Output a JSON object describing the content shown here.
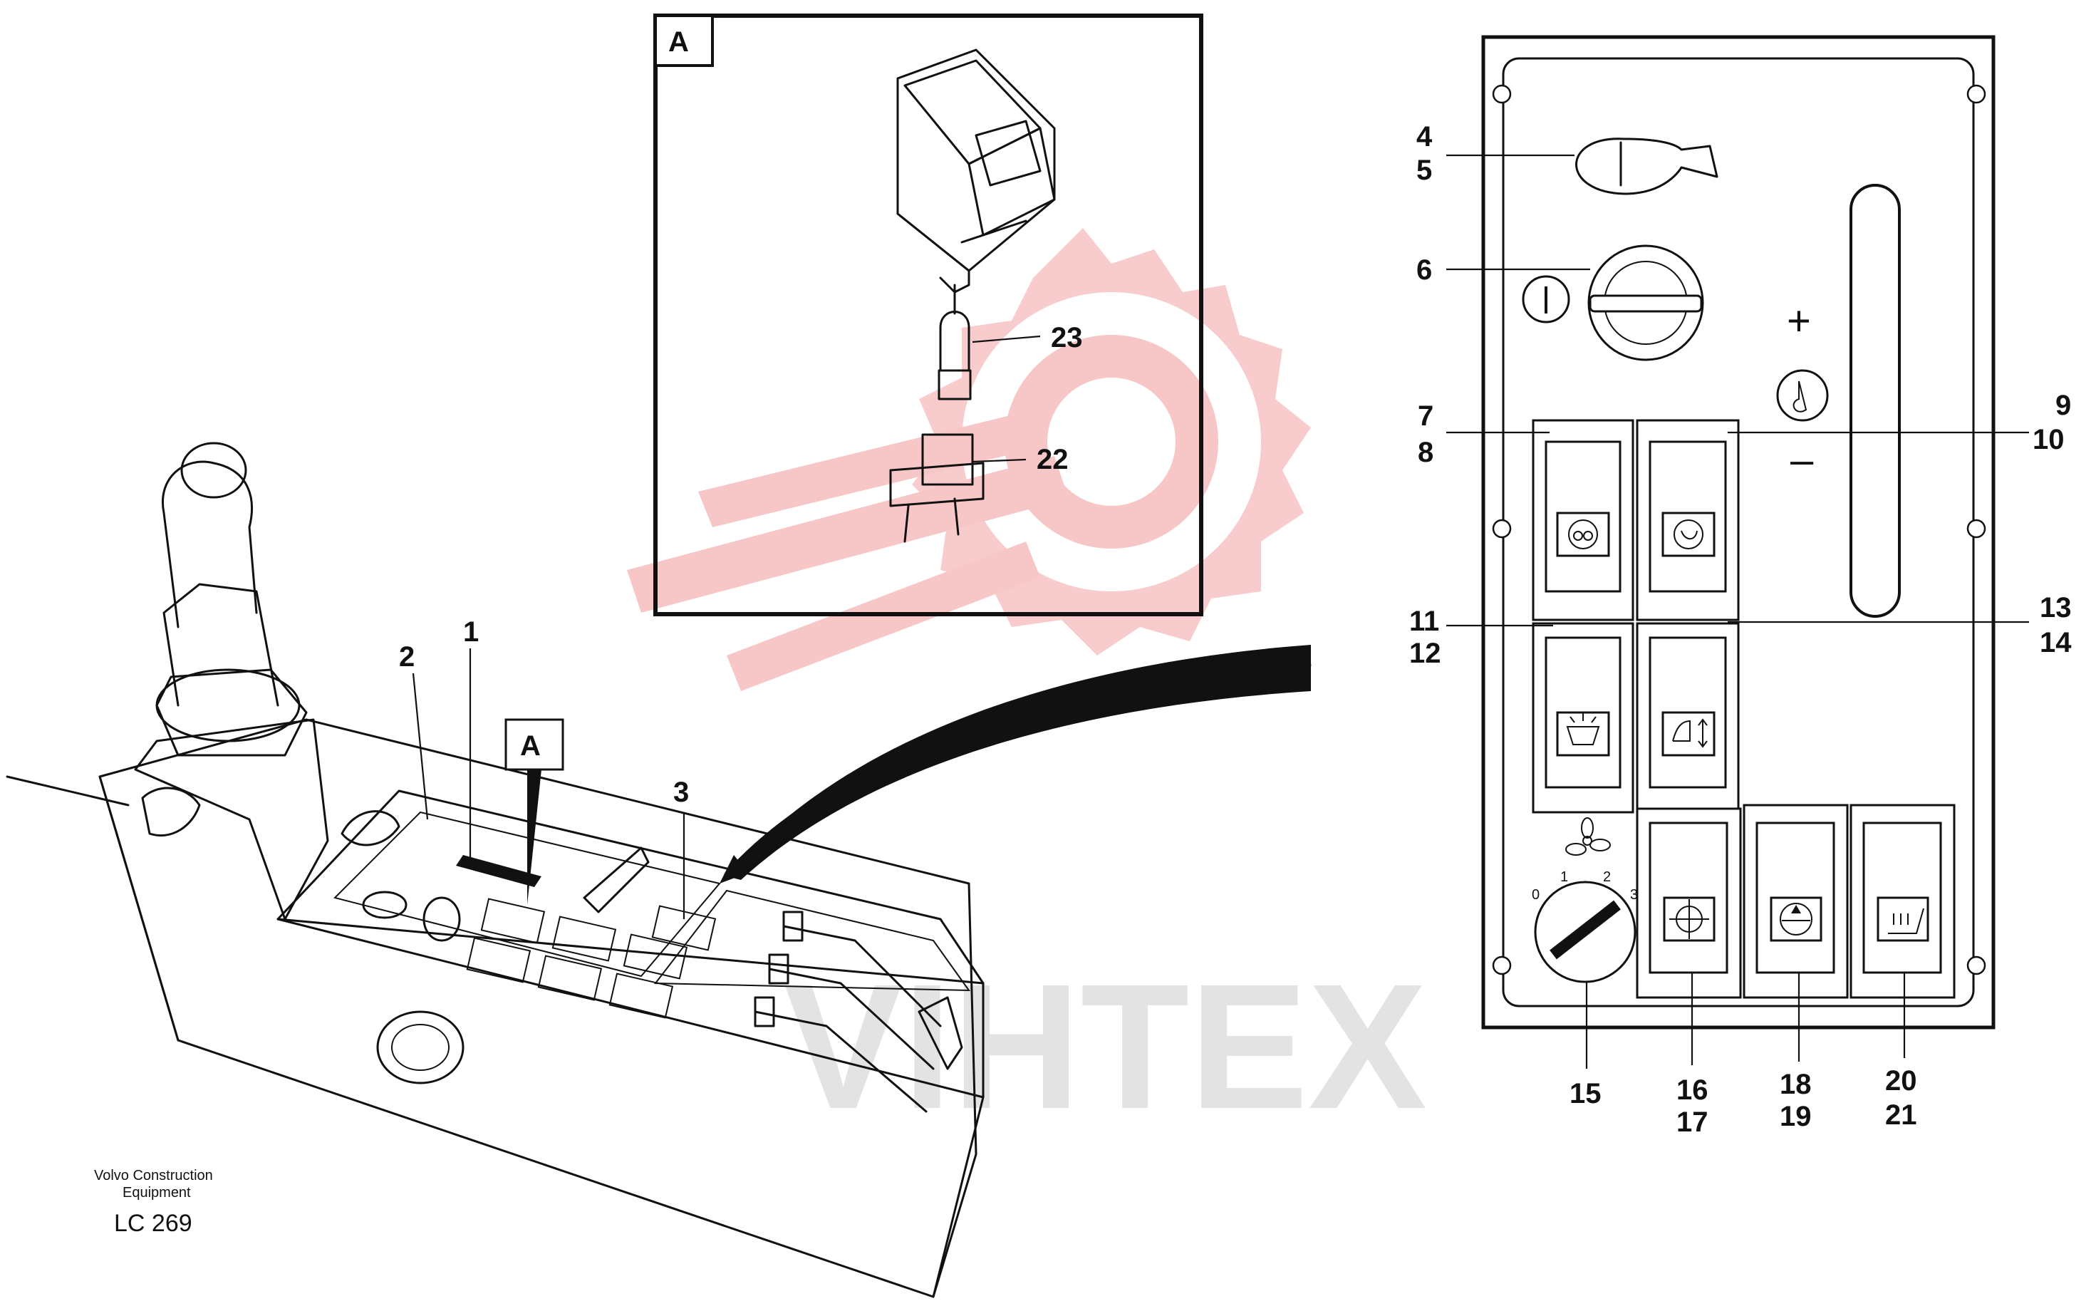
{
  "watermark": {
    "gear_color": "#f7c7c7",
    "text": "VIHTEX",
    "text_color": "#e3e3e3"
  },
  "footer": {
    "company": [
      "Volvo Construction",
      "Equipment"
    ],
    "code": "LC 269"
  },
  "detail": {
    "label": "A"
  },
  "callouts": {
    "c1": "1",
    "c2": "2",
    "c3": "3",
    "c4": "4",
    "c5": "5",
    "c6": "6",
    "c7": "7",
    "c8": "8",
    "c9": "9",
    "c10": "10",
    "c11": "11",
    "c12": "12",
    "c13": "13",
    "c14": "14",
    "c15": "15",
    "c16": "16",
    "c17": "17",
    "c18": "18",
    "c19": "19",
    "c20": "20",
    "c21": "21",
    "c22": "22",
    "c23": "23"
  },
  "panel": {
    "gauge_plus": "+",
    "gauge_minus": "–",
    "fan_scale": [
      "0",
      "1",
      "2",
      "3"
    ]
  },
  "icons": [
    "cap-icon",
    "ignition-key-icon",
    "glow-plug-icon",
    "engine-temp-icon",
    "lamp-icon",
    "cab-light-icon",
    "wiper-icon",
    "fan-icon",
    "heater-icon",
    "level-icon",
    "seat-heater-icon"
  ]
}
